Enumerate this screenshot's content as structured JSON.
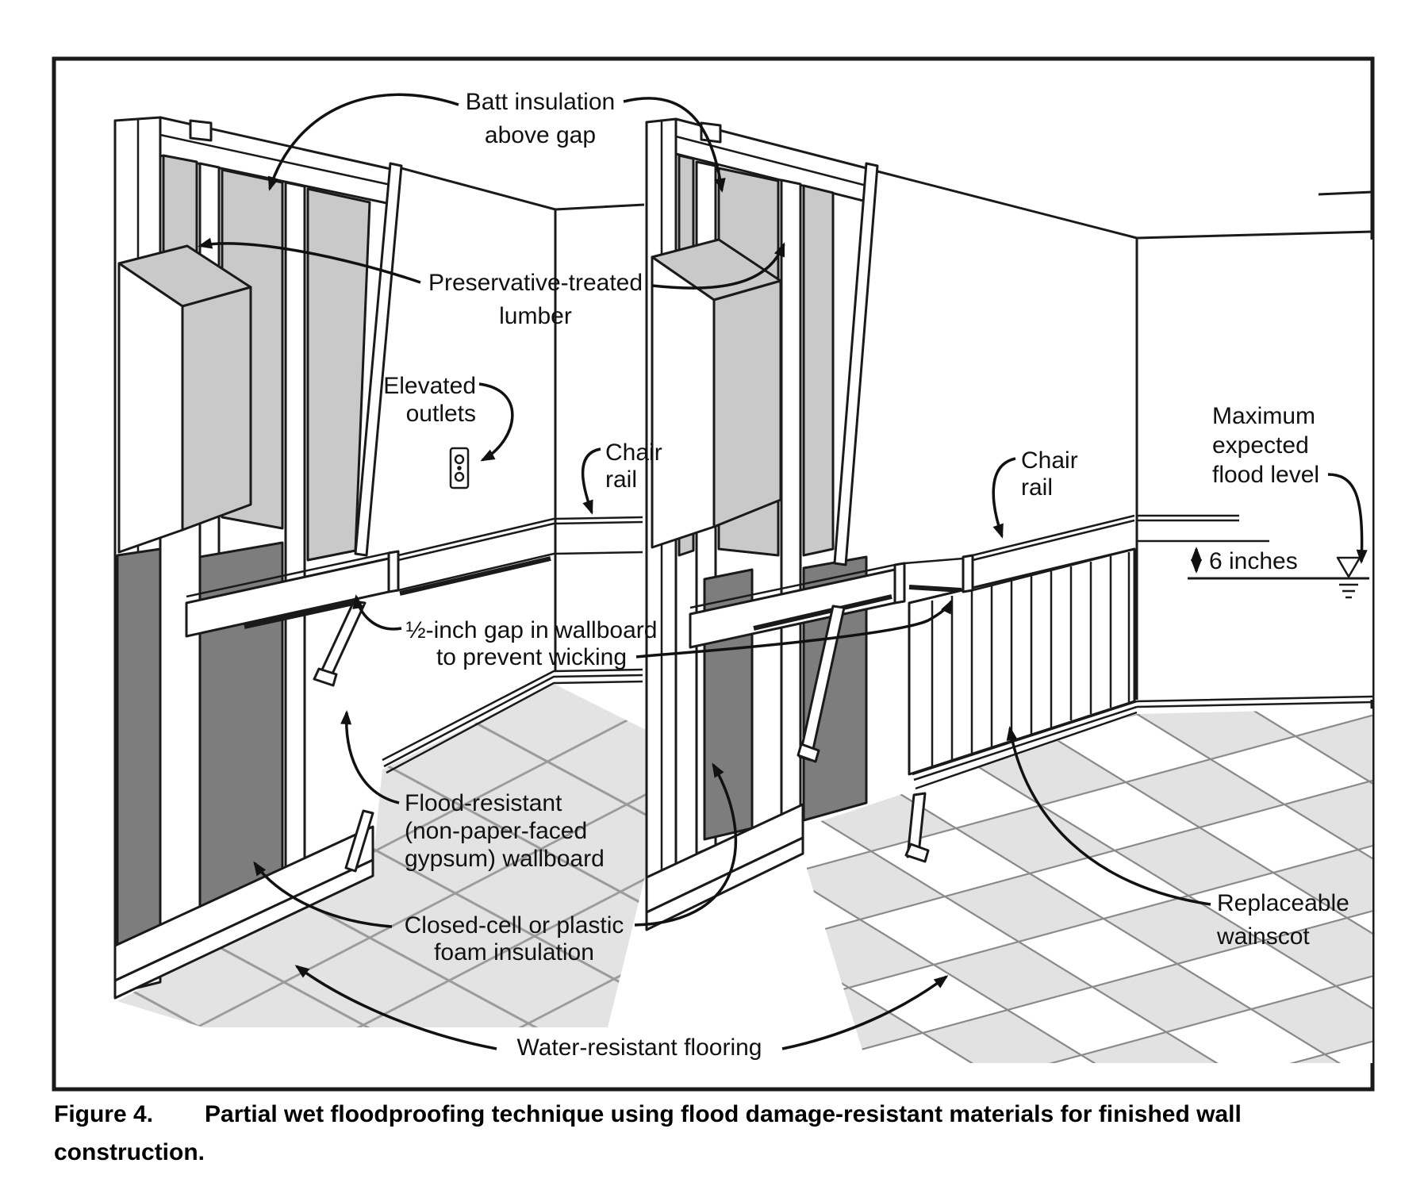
{
  "figure": {
    "labels": {
      "batt_line1": "Batt insulation",
      "batt_line2": "above gap",
      "preservative_line1": "Preservative-treated",
      "preservative_line2": "lumber",
      "elevated_line1": "Elevated",
      "elevated_line2": "outlets",
      "chair_rail_line1": "Chair",
      "chair_rail_line2": "rail",
      "gap_line1": "½-inch gap in wallboard",
      "gap_line2": "to prevent wicking",
      "flood_resistant_line1": "Flood-resistant",
      "flood_resistant_line2": "(non-paper-faced",
      "flood_resistant_line3": "gypsum) wallboard",
      "closed_cell_line1": "Closed-cell or plastic",
      "closed_cell_line2": "foam insulation",
      "water_flooring": "Water-resistant flooring",
      "max_flood_line1": "Maximum",
      "max_flood_line2": "expected",
      "max_flood_line3": "flood level",
      "six_inches": "6 inches",
      "replaceable_line1": "Replaceable",
      "replaceable_line2": "wainscot"
    },
    "caption": {
      "figure_label": "Figure 4.",
      "line1": "Partial wet floodproofing technique using flood damage-resistant materials for finished wall",
      "line2": "construction."
    },
    "colors": {
      "line": "#1a1a1a",
      "batt_insulation": "#c9c9c9",
      "foam_insulation": "#7d7d7d",
      "tile": "#e3e3e3",
      "checker_tile": "#e2e2e2"
    }
  }
}
